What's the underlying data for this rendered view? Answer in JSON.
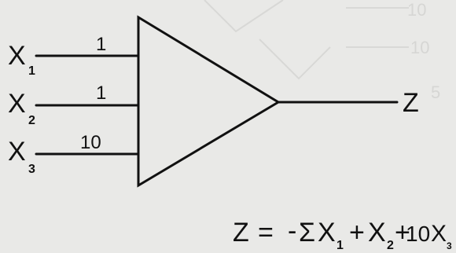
{
  "inputs": [
    {
      "name": "X",
      "subscript": "1",
      "gain": "1"
    },
    {
      "name": "X",
      "subscript": "2",
      "gain": "1"
    },
    {
      "name": "X",
      "subscript": "3",
      "gain": "10"
    }
  ],
  "output": {
    "name": "Z"
  },
  "equation": {
    "lhs": "Z",
    "equals": "=",
    "minus": "-",
    "sigma": "Σ",
    "term1_var": "X",
    "term1_sub": "1",
    "plus1": "+",
    "term2_var": "X",
    "term2_sub": "2",
    "plus2": "+",
    "term3_coef": "10",
    "term3_var": "X",
    "term3_sub": "3"
  },
  "colors": {
    "ink": "#111111",
    "paper": "#e9e9e7",
    "bleed_through": "#d6d6d4"
  }
}
